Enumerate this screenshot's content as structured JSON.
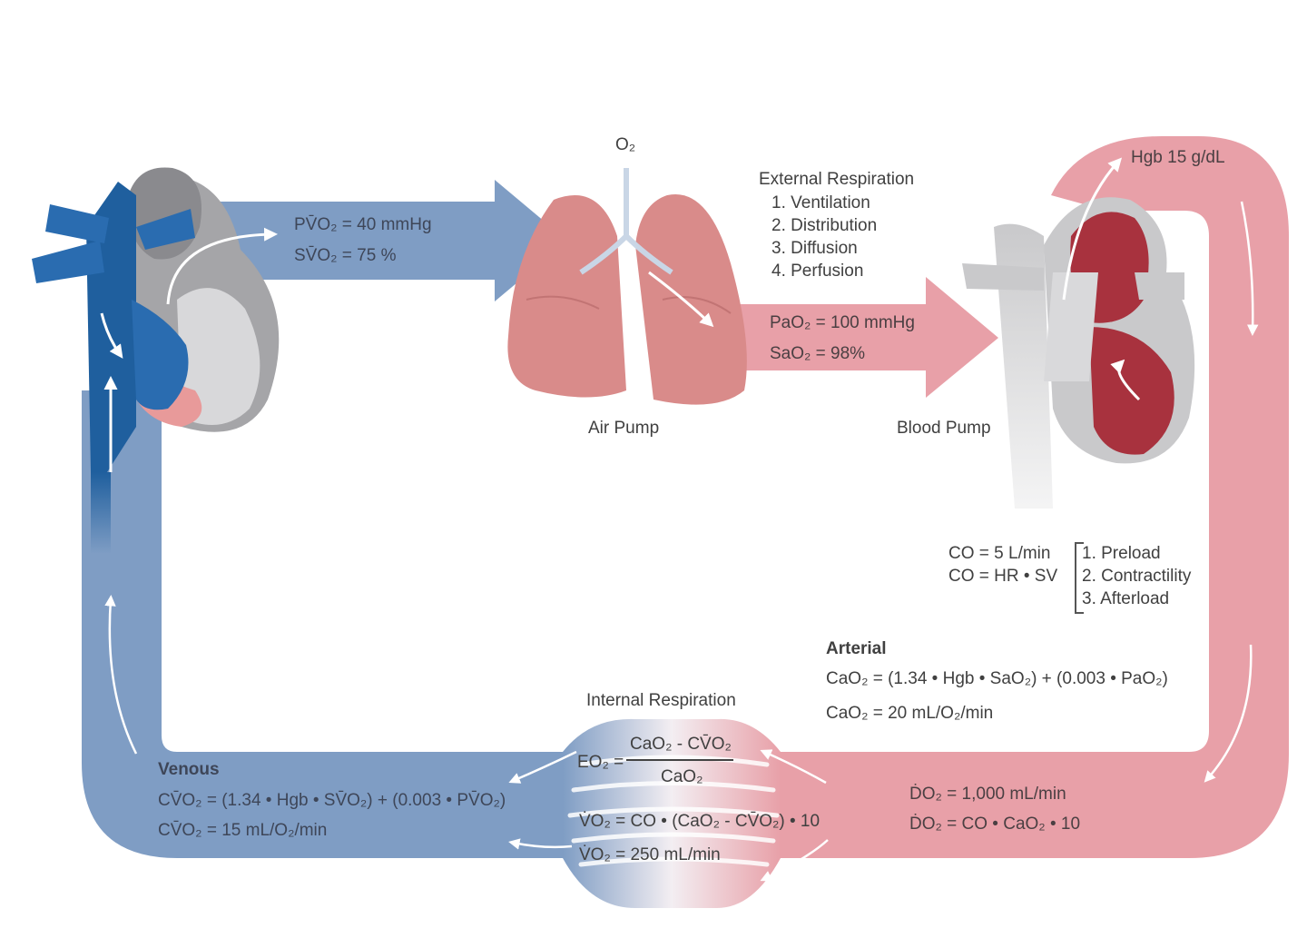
{
  "top": {
    "o2": "O₂",
    "pvo2": "PV̄O₂ = 40 mmHg",
    "svo2": "SV̄O₂ = 75 %",
    "air_pump": "Air Pump",
    "blood_pump": "Blood Pump",
    "hgb": "Hgb 15 g/dL"
  },
  "external_respiration": {
    "title": "External Respiration",
    "steps": [
      "1. Ventilation",
      "2. Distribution",
      "3. Diffusion",
      "4. Perfusion"
    ]
  },
  "arterial_pump": {
    "pao2": "PaO₂ = 100 mmHg",
    "sao2": "SaO₂ = 98%"
  },
  "cardiac_output": {
    "co_value": "CO = 5 L/min",
    "co_formula": "CO = HR • SV",
    "factors": [
      "1. Preload",
      "2. Contractility",
      "3. Afterload"
    ]
  },
  "arterial": {
    "title": "Arterial",
    "formula": "CaO₂ = (1.34 • Hgb • SaO₂) + (0.003 • PaO₂)",
    "value": "CaO₂ = 20 mL/O₂/min"
  },
  "internal_respiration": {
    "title": "Internal Respiration",
    "eo2_lhs": "EO₂ =",
    "eo2_num": "CaO₂ - CV̄O₂",
    "eo2_den": "CaO₂",
    "vo2_formula": "V̇O₂ = CO • (CaO₂ - CV̄O₂) • 10",
    "vo2_value": "V̇O₂ = 250 mL/min"
  },
  "delivery": {
    "do2_value": "ḊO₂ = 1,000 mL/min",
    "do2_formula": "ḊO₂ = CO • CaO₂ • 10"
  },
  "venous": {
    "title": "Venous",
    "formula": "CV̄O₂ = (1.34 • Hgb • SV̄O₂) + (0.003 • PV̄O₂)",
    "value": "CV̄O₂ = 15 mL/O₂/min"
  },
  "colors": {
    "venous_blue": "#7f9dc4",
    "arterial_pink": "#e8a0a8",
    "vein_dark": "#1f5f9e",
    "artery_red": "#a8323e",
    "lung_pink": "#d98b8a"
  }
}
